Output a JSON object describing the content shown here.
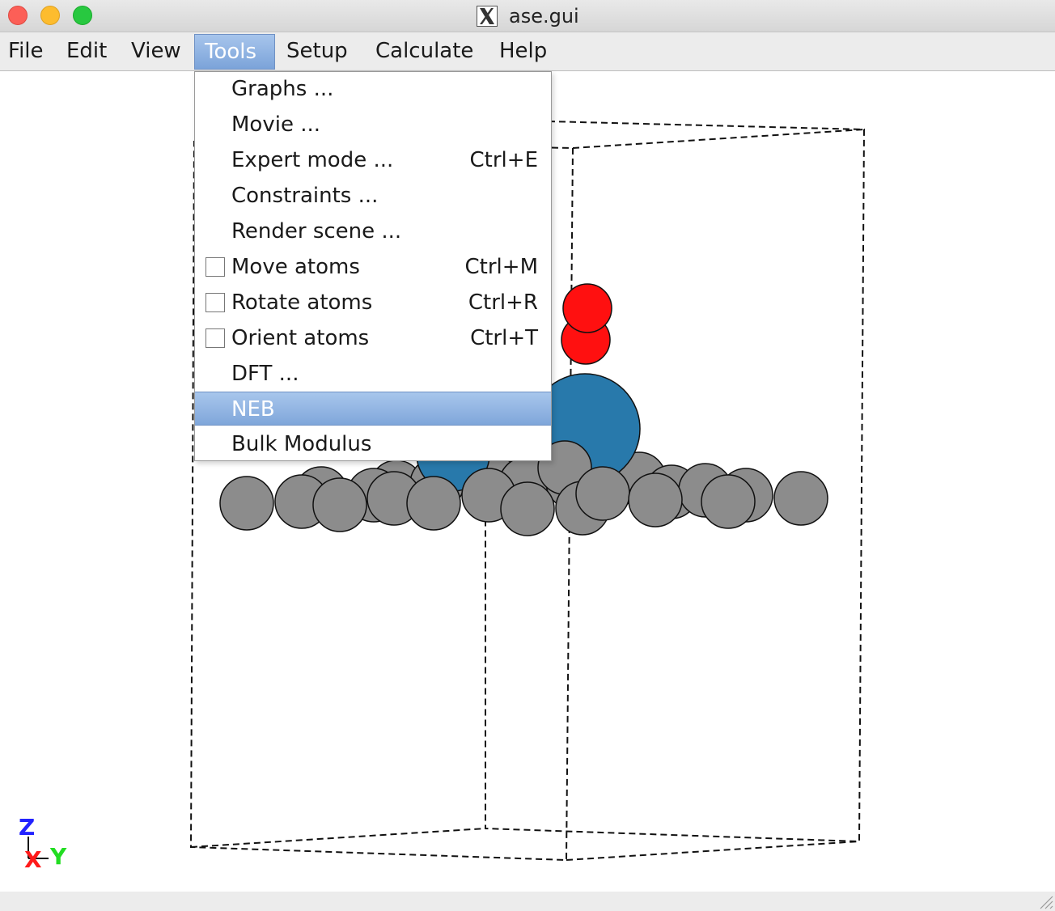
{
  "window": {
    "title": "ase.gui"
  },
  "menubar": {
    "items": [
      {
        "label": "File"
      },
      {
        "label": "Edit"
      },
      {
        "label": "View"
      },
      {
        "label": "Tools",
        "active": true
      },
      {
        "label": "Setup"
      },
      {
        "label": "Calculate"
      },
      {
        "label": "Help"
      }
    ]
  },
  "tools_menu": {
    "items": [
      {
        "label": "Graphs ...",
        "shortcut": ""
      },
      {
        "label": "Movie ...",
        "shortcut": ""
      },
      {
        "label": "Expert mode ...",
        "shortcut": "Ctrl+E"
      },
      {
        "label": "Constraints ...",
        "shortcut": ""
      },
      {
        "label": "Render scene ...",
        "shortcut": ""
      },
      {
        "label": "Move atoms",
        "shortcut": "Ctrl+M",
        "checkbox": true,
        "checked": false
      },
      {
        "label": "Rotate atoms",
        "shortcut": "Ctrl+R",
        "checkbox": true,
        "checked": false
      },
      {
        "label": "Orient atoms",
        "shortcut": "Ctrl+T",
        "checkbox": true,
        "checked": false
      },
      {
        "label": "DFT ...",
        "shortcut": ""
      },
      {
        "label": "NEB",
        "shortcut": "",
        "highlighted": true
      },
      {
        "label": "Bulk Modulus",
        "shortcut": ""
      }
    ]
  },
  "axes": {
    "z": "Z",
    "x": "X",
    "y": "Y"
  },
  "colors": {
    "substrate_atom": "#8c8c8c",
    "adsorbate_atom": "#2879ab",
    "oxygen_atom": "#ff1010",
    "axis_x": "#ff1a1a",
    "axis_y": "#22dd22",
    "axis_z": "#2222ff",
    "menu_highlight": "#8db1e2"
  }
}
